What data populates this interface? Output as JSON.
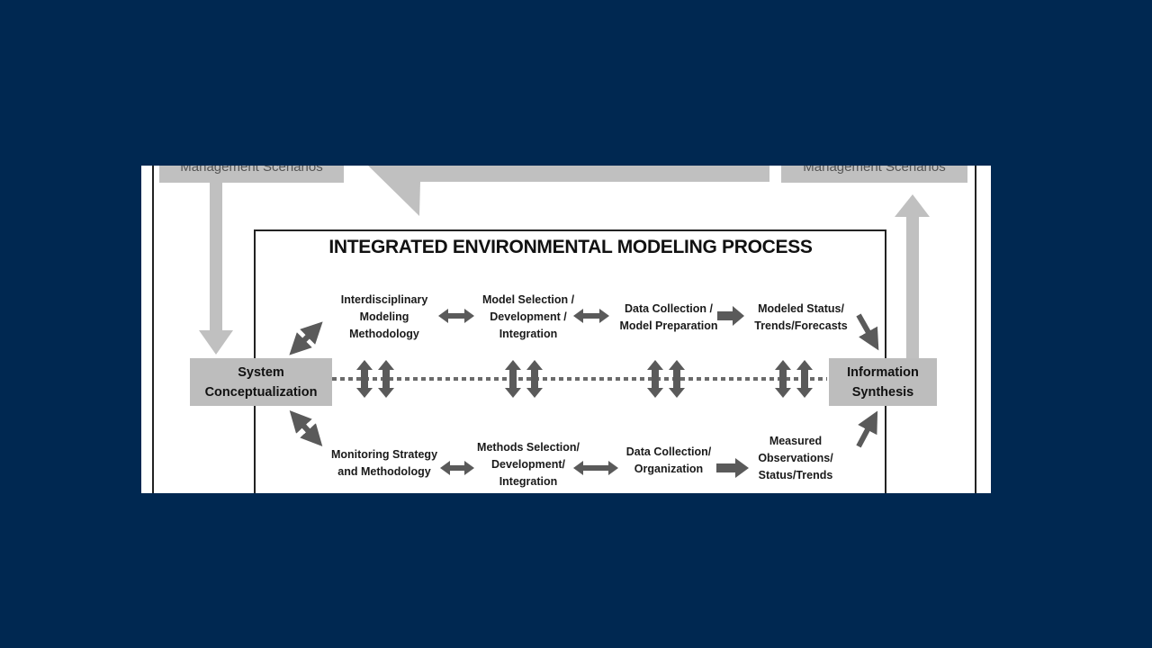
{
  "diagram": {
    "title": "INTEGRATED ENVIRONMENTAL MODELING PROCESS",
    "management_left": "Management Scenarios",
    "management_right": "Management Scenarios",
    "system_box": [
      "System",
      "Conceptualization"
    ],
    "info_box": [
      "Information",
      "Synthesis"
    ],
    "top_row": [
      [
        "Interdisciplinary",
        "Modeling",
        "Methodology"
      ],
      [
        "Model Selection /",
        "Development /",
        "Integration"
      ],
      [
        "Data Collection /",
        "Model Preparation"
      ],
      [
        "Modeled Status/",
        "Trends/Forecasts"
      ]
    ],
    "bottom_row": [
      [
        "Monitoring Strategy",
        "and Methodology"
      ],
      [
        "Methods Selection/",
        "Development/",
        "Integration"
      ],
      [
        "Data Collection/",
        "Organization"
      ],
      [
        "Measured",
        "Observations/",
        "Status/Trends"
      ]
    ],
    "colors": {
      "background": "#002851",
      "panel": "#ffffff",
      "light_gray": "#c0c0c0",
      "dark_arrow": "#5a5a5a",
      "border": "#222222"
    }
  }
}
